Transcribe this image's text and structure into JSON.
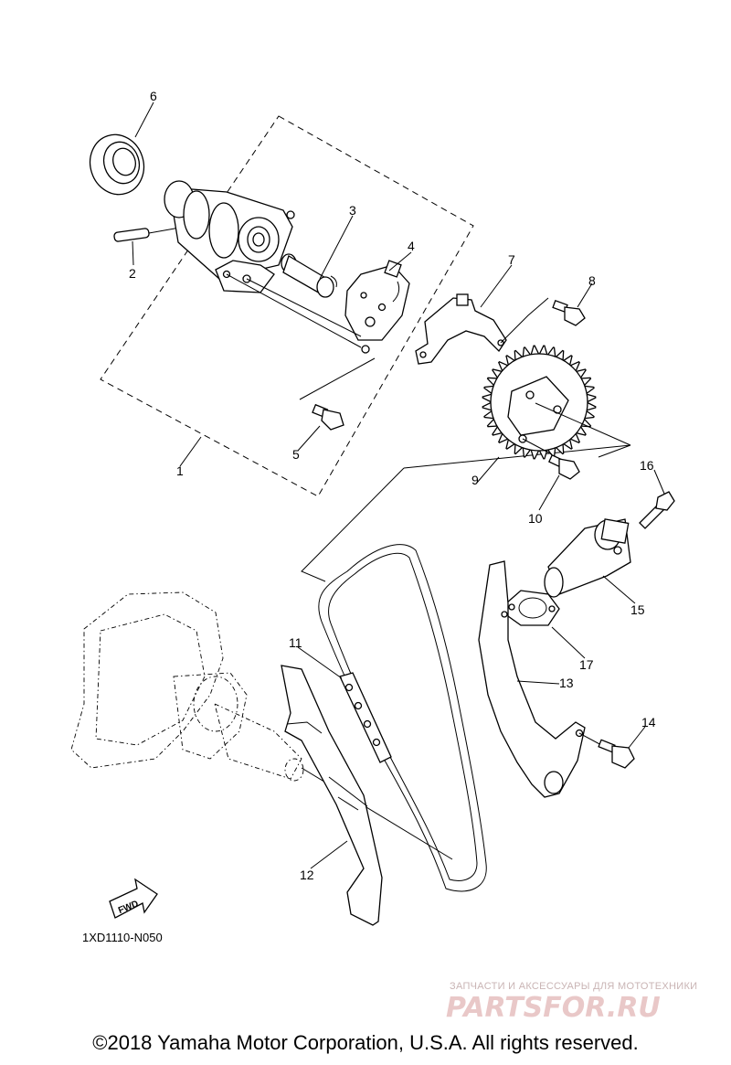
{
  "diagram": {
    "callouts": [
      "1",
      "2",
      "3",
      "4",
      "5",
      "6",
      "7",
      "8",
      "9",
      "10",
      "11",
      "12",
      "13",
      "14",
      "15",
      "16",
      "17"
    ],
    "code": "1XD1110-N050",
    "fwd_label": "FWD"
  },
  "watermark": {
    "tagline": "ЗАПЧАСТИ И АКСЕССУАРЫ ДЛЯ МОТОТЕХНИКИ",
    "logo": "PARTSFOR.RU"
  },
  "footer": {
    "copyright": "©2018 Yamaha Motor Corporation, U.S.A. All rights reserved."
  }
}
